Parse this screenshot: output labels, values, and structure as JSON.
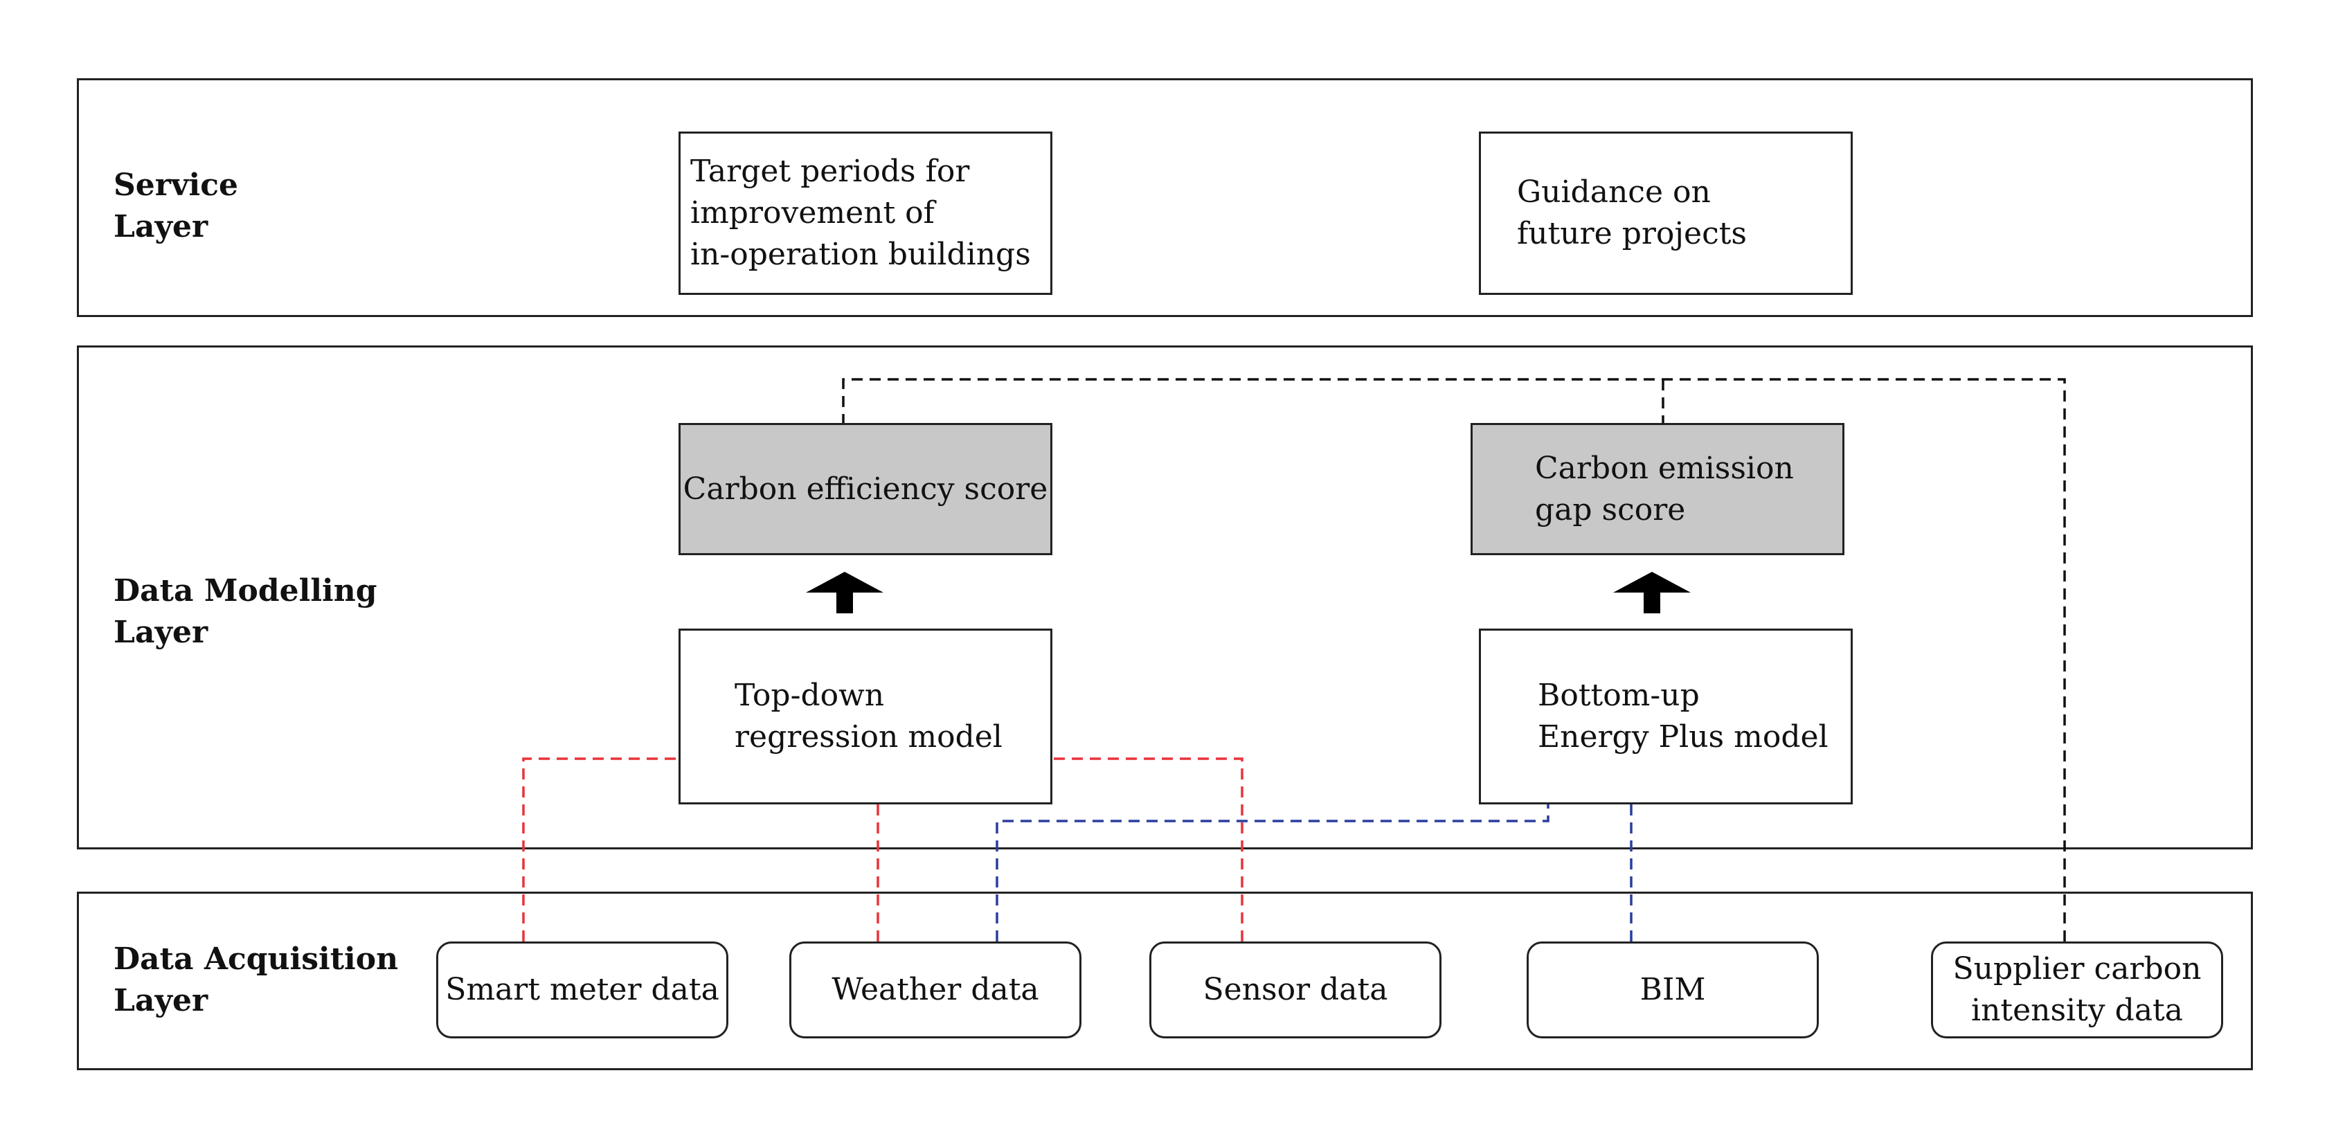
{
  "layers": {
    "service": "Service\nLayer",
    "modelling": "Data Modelling\nLayer",
    "acquisition": "Data Acquisition\nLayer"
  },
  "service_boxes": {
    "target_periods": "Target periods for\nimprovement of\n in-operation buildings",
    "guidance": "Guidance on\nfuture projects"
  },
  "scores": {
    "carbon_efficiency": "Carbon efficiency score",
    "carbon_emission_gap": "Carbon emission\ngap score"
  },
  "models": {
    "top_down": "Top-down\nregression model",
    "bottom_up": "Bottom-up\nEnergy Plus model"
  },
  "sources": {
    "smart_meter": "Smart meter data",
    "weather": "Weather data",
    "sensor": "Sensor data",
    "bim": "BIM",
    "supplier": "Supplier carbon\nintensity data"
  },
  "colors": {
    "red_link": "#e8333a",
    "blue_link": "#2b3d9e",
    "black_link": "#111111",
    "score_fill": "#c8c8c8"
  }
}
